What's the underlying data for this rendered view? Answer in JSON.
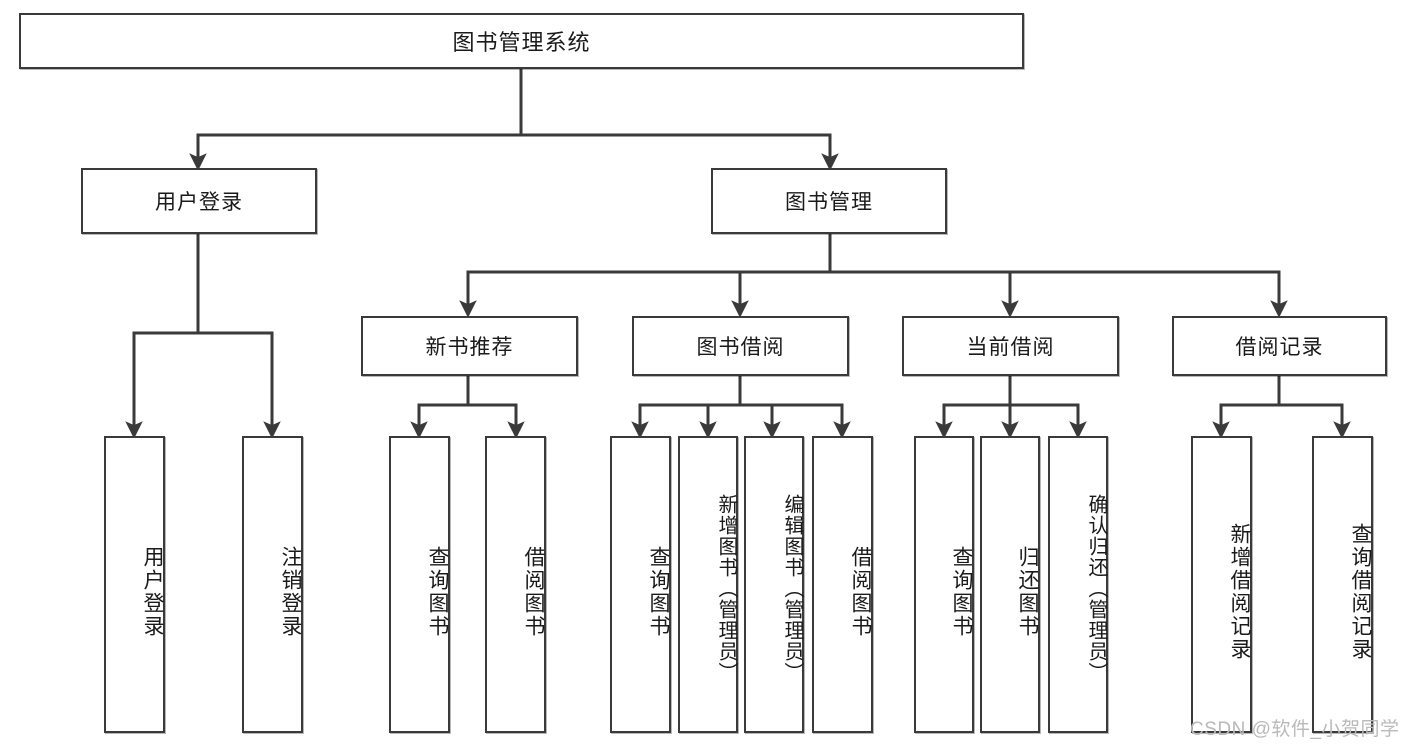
{
  "diagram": {
    "title": "图书管理系统",
    "type": "hierarchy-tree",
    "root": {
      "label": "图书管理系统"
    },
    "level2": [
      {
        "label": "用户登录"
      },
      {
        "label": "图书管理"
      }
    ],
    "level3": [
      {
        "label": "新书推荐"
      },
      {
        "label": "图书借阅"
      },
      {
        "label": "当前借阅"
      },
      {
        "label": "借阅记录"
      }
    ],
    "leaves": [
      {
        "label": "用户登录",
        "parent": "用户登录"
      },
      {
        "label": "注销登录",
        "parent": "用户登录"
      },
      {
        "label": "查询图书",
        "parent": "新书推荐"
      },
      {
        "label": "借阅图书",
        "parent": "新书推荐"
      },
      {
        "label": "查询图书",
        "parent": "图书借阅"
      },
      {
        "label": "新增图书（管理员）",
        "parent": "图书借阅"
      },
      {
        "label": "编辑图书（管理员）",
        "parent": "图书借阅"
      },
      {
        "label": "借阅图书",
        "parent": "图书借阅"
      },
      {
        "label": "查询图书",
        "parent": "当前借阅"
      },
      {
        "label": "归还图书",
        "parent": "当前借阅"
      },
      {
        "label": "确认归还（管理员）",
        "parent": "当前借阅"
      },
      {
        "label": "新增借阅记录",
        "parent": "借阅记录"
      },
      {
        "label": "查询借阅记录",
        "parent": "借阅记录"
      }
    ],
    "watermark": "CSDN @软件_小贺同学",
    "colors": {
      "stroke": "#3a3a3a",
      "fill": "#ffffff",
      "text": "#1a1a1a",
      "watermark": "#b9b9b9"
    }
  }
}
